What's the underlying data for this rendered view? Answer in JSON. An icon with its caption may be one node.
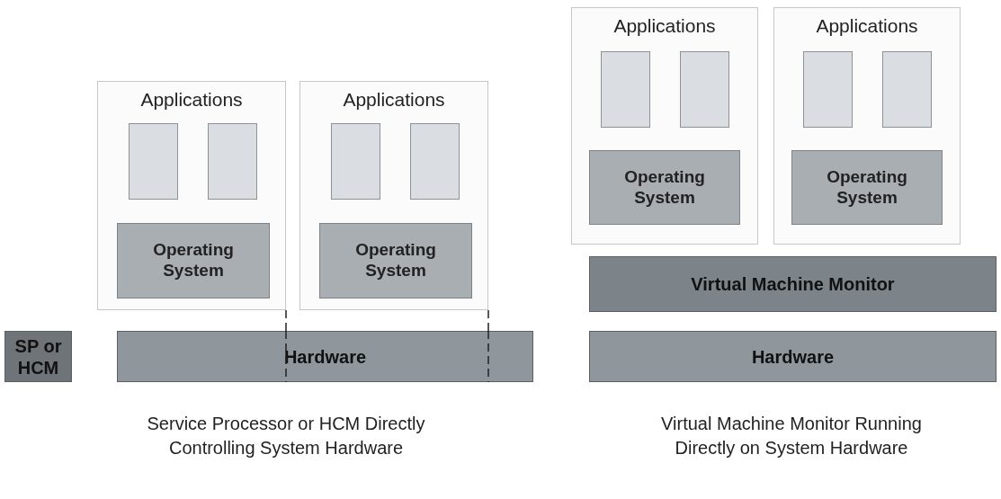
{
  "diagram": {
    "nodes": [
      {
        "text": [
          "Applications"
        ]
      },
      {
        "text": [],
        "shape": "box",
        "in": 0
      },
      {
        "text": [],
        "shape": "box",
        "in": 0
      },
      {
        "text": [
          "Operating System"
        ],
        "in": 0
      },
      {
        "text": [
          "Applications"
        ]
      },
      {
        "text": [],
        "shape": "box",
        "in": 4
      },
      {
        "text": [],
        "shape": "box",
        "in": 4
      },
      {
        "text": [
          "Operating System"
        ],
        "in": 4
      },
      {
        "text": [
          "SP or HCM"
        ]
      },
      {
        "text": [
          "Hardware"
        ]
      },
      {
        "text": [
          "Applications"
        ]
      },
      {
        "text": [],
        "shape": "box",
        "in": 10
      },
      {
        "text": [],
        "shape": "box",
        "in": 10
      },
      {
        "text": [
          "Operating System"
        ],
        "in": 10
      },
      {
        "text": [
          "Applications"
        ]
      },
      {
        "text": [],
        "shape": "box",
        "in": 14
      },
      {
        "text": [],
        "shape": "box",
        "in": 14
      },
      {
        "text": [
          "Operating System"
        ],
        "in": 14
      },
      {
        "text": [
          "Virtual Machine Monitor"
        ]
      },
      {
        "text": [
          "Hardware"
        ]
      }
    ],
    "labels": [
      "Service Processor or HCM Directly Controlling System Hardware",
      "Virtual Machine Monitor Running Directly on System Hardware"
    ]
  }
}
